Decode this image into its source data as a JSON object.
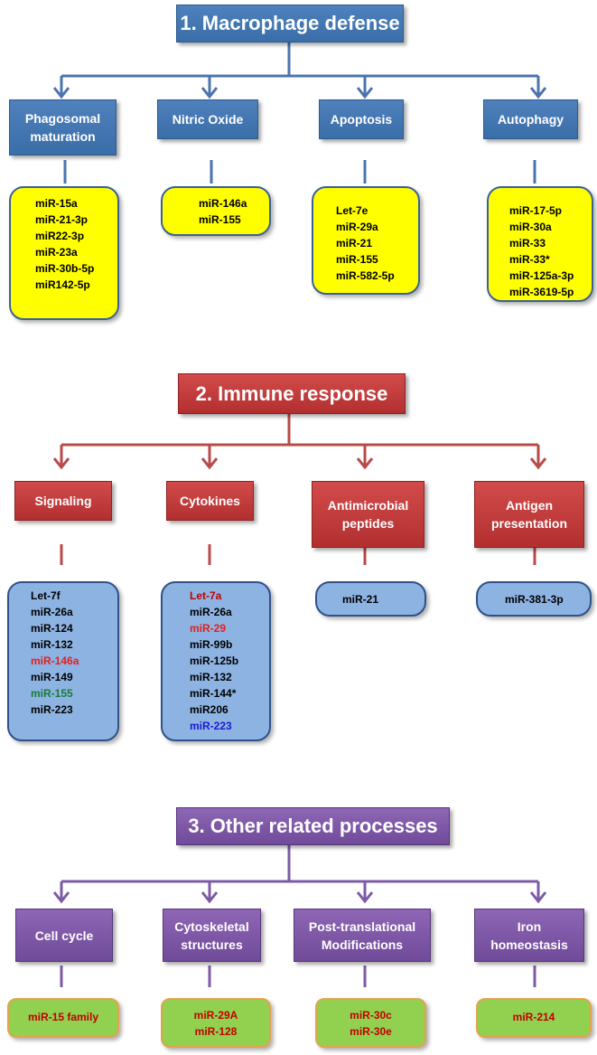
{
  "sections": [
    {
      "title": "1. Macrophage defense",
      "colors": {
        "title": "#3b6fb4",
        "connector": "#4a74b0"
      },
      "categories": [
        {
          "label": [
            "Phagosomal",
            "maturation"
          ],
          "items": [
            {
              "text": "miR-15a"
            },
            {
              "text": "miR-21-3p"
            },
            {
              "text": "miR22-3p"
            },
            {
              "text": "miR-23a"
            },
            {
              "text": "miR-30b-5p"
            },
            {
              "text": "miR142-5p"
            }
          ]
        },
        {
          "label": [
            "Nitric Oxide"
          ],
          "items": [
            {
              "text": "miR-146a"
            },
            {
              "text": "miR-155"
            }
          ]
        },
        {
          "label": [
            "Apoptosis"
          ],
          "items": [
            {
              "text": "Let-7e"
            },
            {
              "text": "miR-29a"
            },
            {
              "text": "miR-21"
            },
            {
              "text": "miR-155"
            },
            {
              "text": "miR-582-5p"
            }
          ]
        },
        {
          "label": [
            "Autophagy"
          ],
          "items": [
            {
              "text": "miR-17-5p"
            },
            {
              "text": "miR-30a"
            },
            {
              "text": "miR-33"
            },
            {
              "text": "miR-33*"
            },
            {
              "text": "miR-125a-3p"
            },
            {
              "text": "miR-3619-5p"
            }
          ]
        }
      ]
    },
    {
      "title": "2. Immune response",
      "colors": {
        "title": "#c0392b",
        "connector": "#b94a48"
      },
      "categories": [
        {
          "label": [
            "Signaling"
          ],
          "items": [
            {
              "text": "Let-7f"
            },
            {
              "text": "miR-26a"
            },
            {
              "text": "miR-124"
            },
            {
              "text": "miR-132"
            },
            {
              "text": "miR-146a",
              "color": "#e02020"
            },
            {
              "text": "miR-149"
            },
            {
              "text": "miR-155",
              "color": "#1a7a3a"
            },
            {
              "text": "miR-223"
            }
          ]
        },
        {
          "label": [
            "Cytokines"
          ],
          "items": [
            {
              "text": "Let-7a",
              "color": "#c00000"
            },
            {
              "text": "miR-26a"
            },
            {
              "text": "miR-29",
              "color": "#e02020"
            },
            {
              "text": "miR-99b"
            },
            {
              "text": "miR-125b"
            },
            {
              "text": "miR-132"
            },
            {
              "text": "miR-144*"
            },
            {
              "text": "miR206"
            },
            {
              "text": "miR-223",
              "color": "#1a1ad0"
            }
          ]
        },
        {
          "label": [
            "Antimicrobial",
            "peptides"
          ],
          "items": [
            {
              "text": "miR-21"
            }
          ]
        },
        {
          "label": [
            "Antigen",
            "presentation"
          ],
          "items": [
            {
              "text": "miR-381-3p"
            }
          ]
        }
      ]
    },
    {
      "title": "3. Other related processes",
      "colors": {
        "title": "#7a52a8",
        "connector": "#7d5aa6"
      },
      "categories": [
        {
          "label": [
            "Cell cycle"
          ],
          "items": [
            {
              "text": "miR-15 family"
            }
          ]
        },
        {
          "label": [
            "Cytoskeletal",
            "structures"
          ],
          "items": [
            {
              "text": "miR-29A"
            },
            {
              "text": "miR-128"
            }
          ]
        },
        {
          "label": [
            "Post-translational",
            "Modifications"
          ],
          "items": [
            {
              "text": "miR-30c"
            },
            {
              "text": "miR-30e"
            }
          ]
        },
        {
          "label": [
            "Iron",
            "homeostasis"
          ],
          "items": [
            {
              "text": "miR-214"
            }
          ]
        }
      ]
    }
  ]
}
